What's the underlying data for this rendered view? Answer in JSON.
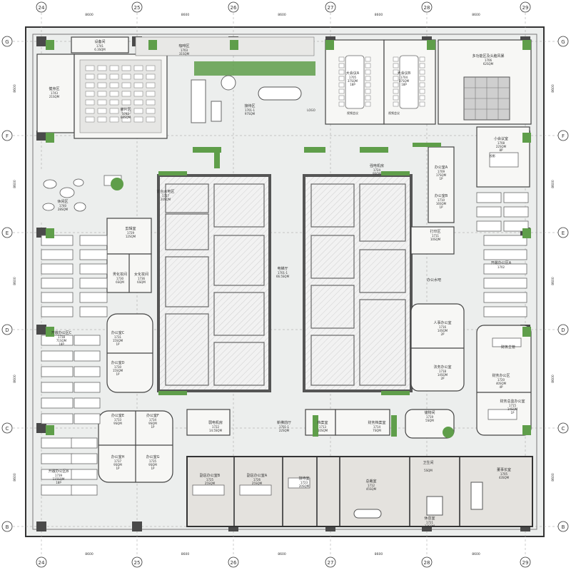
{
  "grid": {
    "columns": [
      "24",
      "25",
      "26",
      "27",
      "28",
      "29"
    ],
    "rows": [
      "G",
      "F",
      "E",
      "D",
      "C",
      "B"
    ],
    "span_label": "8600"
  },
  "rooms": [
    {
      "name": "设备间",
      "code": "1741",
      "area": "6.3SQM"
    },
    {
      "name": "咖啡区",
      "code": "1703",
      "area": "31SQM"
    },
    {
      "name": "健身区",
      "code": "1743",
      "area": "21SQM"
    },
    {
      "name": "审片区",
      "code": "1742",
      "area": "68SQM"
    },
    {
      "name": "接待区",
      "code": "1701-1",
      "area": "97SQM"
    },
    {
      "name": "大会议A",
      "code": "1705",
      "area": "37SQM",
      "seats": "18P"
    },
    {
      "name": "大会议B",
      "code": "1704",
      "area": "37SQM",
      "seats": "18P"
    },
    {
      "name": "多功能区及头脑风暴",
      "code": "1706",
      "area": "62SQM"
    },
    {
      "name": "小会议室",
      "code": "1708",
      "area": "22SQM",
      "seats": "8P"
    },
    {
      "name": "强电机房",
      "code": "1724",
      "area": "9SQM"
    },
    {
      "name": "办公室A",
      "code": "1709",
      "area": "17SQM",
      "seats": "1P"
    },
    {
      "name": "办公室B",
      "code": "1710",
      "area": "16SQM",
      "seats": "1P"
    },
    {
      "name": "打印区",
      "code": "1711",
      "area": "10SQM"
    },
    {
      "name": "休闲区",
      "code": "1740",
      "area": "28SQM"
    },
    {
      "name": "前台水吧区",
      "code": "1727",
      "area": "20SQM"
    },
    {
      "name": "剪辑室",
      "code": "1729",
      "area": "12SQM"
    },
    {
      "name": "男化妆间",
      "code": "1730",
      "area": "6SQM"
    },
    {
      "name": "女化妆间",
      "code": "1736",
      "area": "6SQM"
    },
    {
      "name": "电梯厅",
      "code": "1701-1",
      "area": "66.5SQM"
    },
    {
      "name": "开敞办公区A",
      "code": "1702",
      "area": ""
    },
    {
      "name": "办公水吧",
      "code": "",
      "area": ""
    },
    {
      "name": "人事办公室",
      "code": "1716",
      "area": "14SQM",
      "seats": "2P"
    },
    {
      "name": "法务办公室",
      "code": "1718",
      "area": "14SQM",
      "seats": "2P"
    },
    {
      "name": "财务主管",
      "code": "",
      "area": ""
    },
    {
      "name": "财务办公区",
      "code": "1720",
      "area": "40SQM",
      "seats": "4P"
    },
    {
      "name": "财务总监办公室",
      "code": "1715",
      "area": "14SQM",
      "seats": "1P"
    },
    {
      "name": "开敞办公区C",
      "code": "1738",
      "area": "71SQM",
      "seats": "18P"
    },
    {
      "name": "办公室C",
      "code": "1731",
      "area": "15SQM",
      "seats": "1P"
    },
    {
      "name": "办公室D",
      "code": "1730",
      "area": "15SQM",
      "seats": "1P"
    },
    {
      "name": "办公室E",
      "code": "1733",
      "area": "9SQM"
    },
    {
      "name": "办公室F",
      "code": "1734",
      "area": "9SQM",
      "seats": "1P"
    },
    {
      "name": "办公室H",
      "code": "1737",
      "area": "9SQM",
      "seats": "1P"
    },
    {
      "name": "办公室G",
      "code": "1735",
      "area": "9SQM",
      "seats": "1P"
    },
    {
      "name": "弱电机房",
      "code": "1722",
      "area": "14.5SQM"
    },
    {
      "name": "新佛前厅",
      "code": "1701-1",
      "area": "22SQM"
    },
    {
      "name": "档案室",
      "code": "1713",
      "area": "10SQM"
    },
    {
      "name": "财务档案室",
      "code": "1714",
      "area": "7SQM"
    },
    {
      "name": "储物间",
      "code": "1719",
      "area": "5SQM"
    },
    {
      "name": "开敞办公区B",
      "code": "1739",
      "area": "115SQM",
      "seats": "18P"
    },
    {
      "name": "副总办公室B",
      "code": "1725",
      "area": "25SQM"
    },
    {
      "name": "副总办公室A",
      "code": "1726",
      "area": "25SQM"
    },
    {
      "name": "接待室",
      "code": "1723",
      "area": "20SQM"
    },
    {
      "name": "总裁室",
      "code": "1712",
      "area": "45SQM"
    },
    {
      "name": "卫生间",
      "code": "",
      "area": "5SQM"
    },
    {
      "name": "休息室",
      "code": "1721",
      "area": "12SQM"
    },
    {
      "name": "董事长室",
      "code": "1705",
      "area": "43SQM"
    }
  ],
  "small_labels": [
    "LOGO",
    "视频会议",
    "视频会议",
    "投影"
  ]
}
